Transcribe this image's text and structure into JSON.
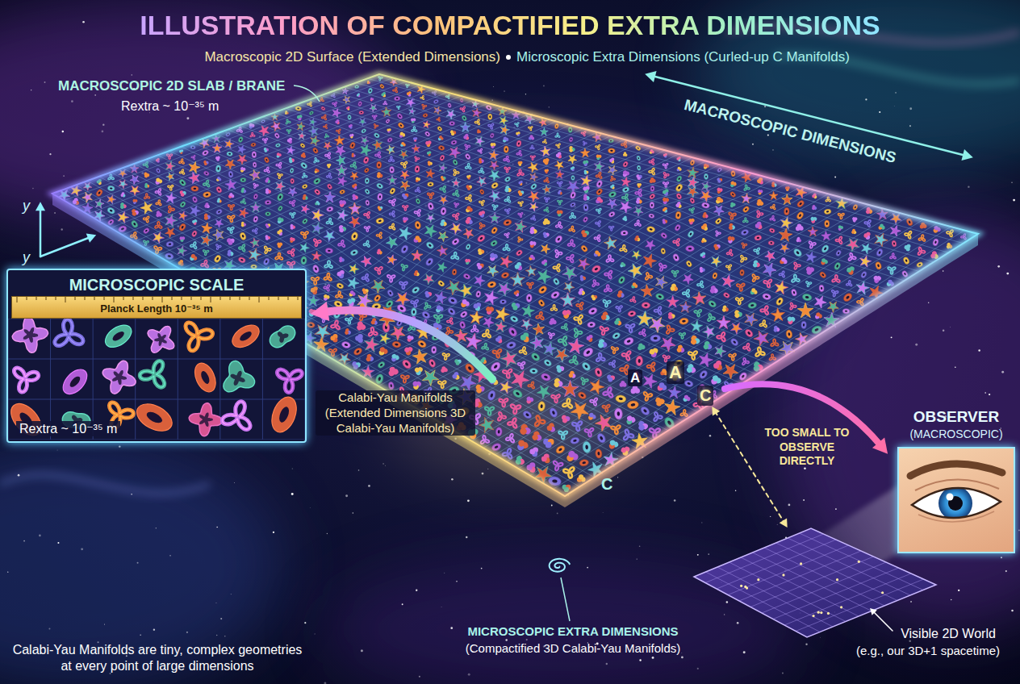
{
  "diagram": {
    "title": "ILLUSTRATION OF COMPACTIFIED EXTRA DIMENSIONS",
    "nodes": [
      {
        "text": [
          "MICROSCOPIC SCALE",
          "Rextra ~ 10⁻³⁵ m"
        ]
      },
      {
        "text": [
          "Planck Length 10⁻³⁵ m"
        ],
        "in": 0
      },
      {
        "text": [
          "OBSERVER",
          "(MACROSCOPIC)"
        ]
      }
    ],
    "labels": [
      "Macroscopic 2D Surface (Extended Dimensions)",
      "Microscopic Extra Dimensions (Curled-up C Manifolds)",
      "MACROSCOPIC 2D SLAB / BRANE",
      "Rextra ~ 10⁻³⁵ m",
      "MACROSCOPIC DIMENSIONS",
      "y",
      "y",
      "A",
      "A",
      "C",
      "Calabi-Yau Manifolds (Extended Dimensions 3D Calabi-Yau Manifolds)",
      "Calabi-Yau Manifolds are tiny, complex geometries at every point of large dimensions",
      "C",
      "MICROSCOPIC EXTRA DIMENSIONS",
      "(Compactified 3D Calabi-Yau Manifolds)",
      "TOO SMALL TO OBSERVE DIRECTLY",
      "Visible 2D World",
      "(e.g., our 3D+1 spacetime)"
    ]
  }
}
